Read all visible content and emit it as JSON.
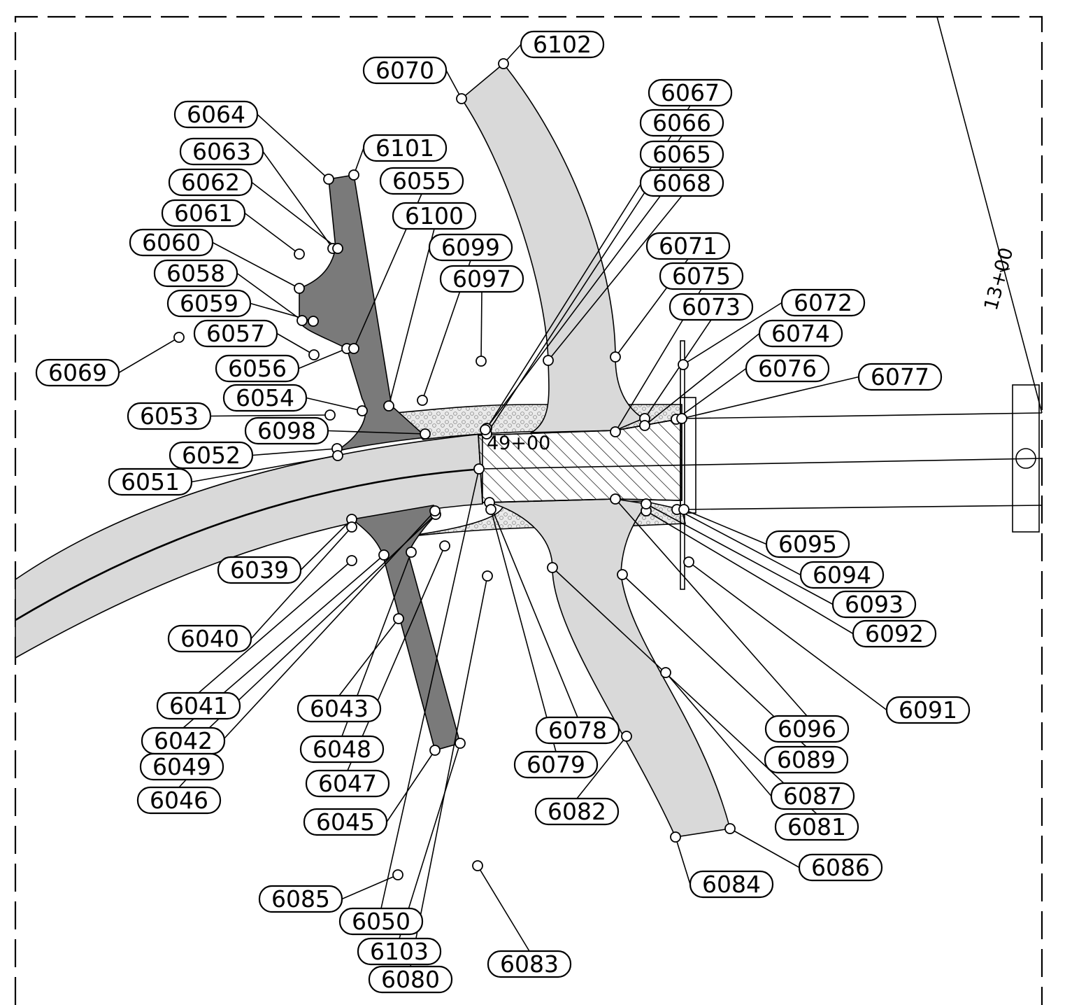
{
  "stations": {
    "main": "49+00",
    "cross": "13+00"
  },
  "colors": {
    "paved": "#d9d9d9",
    "dark_island": "#7a7a7a",
    "gravel": "#e6e6e6",
    "line": "#000000"
  },
  "points": [
    {
      "id": "6102",
      "label": "6102"
    },
    {
      "id": "6070",
      "label": "6070"
    },
    {
      "id": "6064",
      "label": "6064"
    },
    {
      "id": "6063",
      "label": "6063"
    },
    {
      "id": "6062",
      "label": "6062"
    },
    {
      "id": "6061",
      "label": "6061"
    },
    {
      "id": "6060",
      "label": "6060"
    },
    {
      "id": "6058",
      "label": "6058"
    },
    {
      "id": "6059",
      "label": "6059"
    },
    {
      "id": "6057",
      "label": "6057"
    },
    {
      "id": "6056",
      "label": "6056"
    },
    {
      "id": "6069",
      "label": "6069"
    },
    {
      "id": "6101",
      "label": "6101"
    },
    {
      "id": "6055",
      "label": "6055"
    },
    {
      "id": "6100",
      "label": "6100"
    },
    {
      "id": "6099",
      "label": "6099"
    },
    {
      "id": "6097",
      "label": "6097"
    },
    {
      "id": "6054",
      "label": "6054"
    },
    {
      "id": "6053",
      "label": "6053"
    },
    {
      "id": "6098",
      "label": "6098"
    },
    {
      "id": "6052",
      "label": "6052"
    },
    {
      "id": "6051",
      "label": "6051"
    },
    {
      "id": "6067",
      "label": "6067"
    },
    {
      "id": "6066",
      "label": "6066"
    },
    {
      "id": "6065",
      "label": "6065"
    },
    {
      "id": "6068",
      "label": "6068"
    },
    {
      "id": "6071",
      "label": "6071"
    },
    {
      "id": "6075",
      "label": "6075"
    },
    {
      "id": "6073",
      "label": "6073"
    },
    {
      "id": "6072",
      "label": "6072"
    },
    {
      "id": "6074",
      "label": "6074"
    },
    {
      "id": "6076",
      "label": "6076"
    },
    {
      "id": "6077",
      "label": "6077"
    },
    {
      "id": "6039",
      "label": "6039"
    },
    {
      "id": "6040",
      "label": "6040"
    },
    {
      "id": "6041",
      "label": "6041"
    },
    {
      "id": "6042",
      "label": "6042"
    },
    {
      "id": "6049",
      "label": "6049"
    },
    {
      "id": "6046",
      "label": "6046"
    },
    {
      "id": "6043",
      "label": "6043"
    },
    {
      "id": "6048",
      "label": "6048"
    },
    {
      "id": "6047",
      "label": "6047"
    },
    {
      "id": "6045",
      "label": "6045"
    },
    {
      "id": "6085",
      "label": "6085"
    },
    {
      "id": "6050",
      "label": "6050"
    },
    {
      "id": "6103",
      "label": "6103"
    },
    {
      "id": "6080",
      "label": "6080"
    },
    {
      "id": "6083",
      "label": "6083"
    },
    {
      "id": "6078",
      "label": "6078"
    },
    {
      "id": "6079",
      "label": "6079"
    },
    {
      "id": "6082",
      "label": "6082"
    },
    {
      "id": "6084",
      "label": "6084"
    },
    {
      "id": "6086",
      "label": "6086"
    },
    {
      "id": "6081",
      "label": "6081"
    },
    {
      "id": "6087",
      "label": "6087"
    },
    {
      "id": "6089",
      "label": "6089"
    },
    {
      "id": "6096",
      "label": "6096"
    },
    {
      "id": "6091",
      "label": "6091"
    },
    {
      "id": "6092",
      "label": "6092"
    },
    {
      "id": "6093",
      "label": "6093"
    },
    {
      "id": "6094",
      "label": "6094"
    },
    {
      "id": "6095",
      "label": "6095"
    }
  ]
}
